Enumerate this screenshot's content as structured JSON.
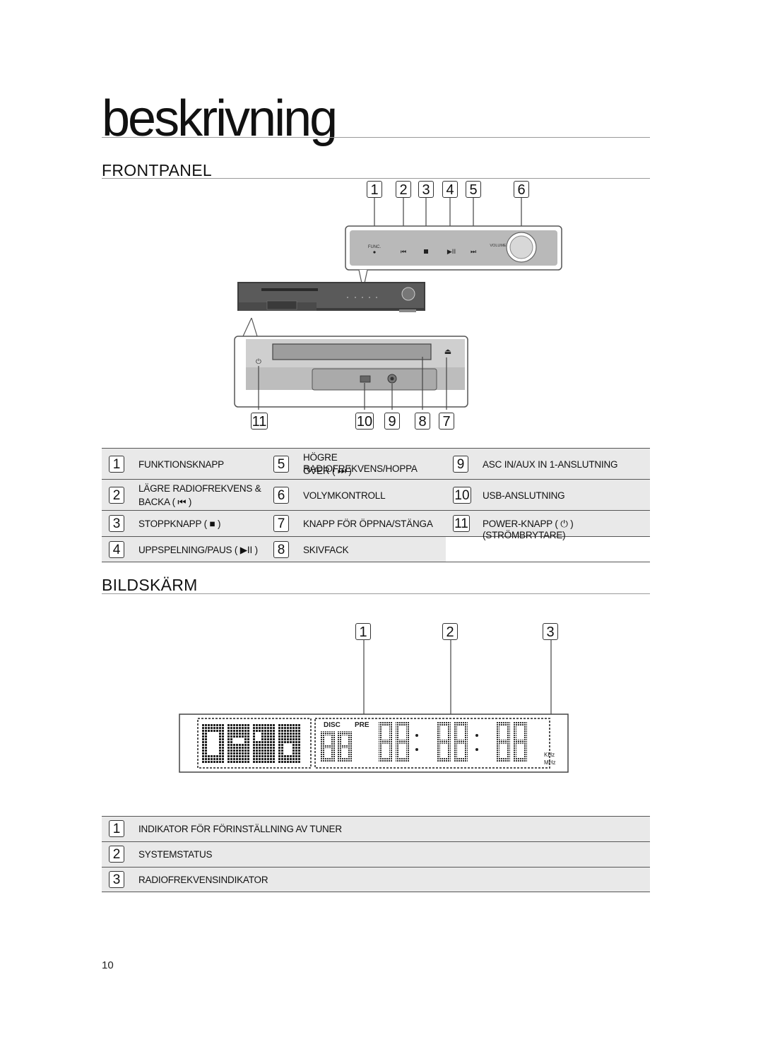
{
  "page": {
    "title": "beskrivning",
    "page_number": "10"
  },
  "front_panel": {
    "heading": "FRONTPANEL",
    "panel_labels": {
      "func": "FUNC.",
      "volume": "VOLUME"
    },
    "callouts_top": [
      "1",
      "2",
      "3",
      "4",
      "5",
      "6"
    ],
    "callouts_bottom": [
      "11",
      "10",
      "9",
      "8",
      "7"
    ],
    "legend": [
      {
        "num": "1",
        "text": "FUNKTIONSKNAPP"
      },
      {
        "num": "5",
        "text": "HÖGRE RADIOFREKVENS/HOPPA",
        "text2": "ÖVER ( ⏭ )"
      },
      {
        "num": "9",
        "text": "ASC IN/AUX IN 1-ANSLUTNING"
      },
      {
        "num": "2",
        "text": "LÄGRE RADIOFREKVENS &",
        "text2": "BACKA ( ⏮ )"
      },
      {
        "num": "6",
        "text": "VOLYMKONTROLL"
      },
      {
        "num": "10",
        "text": "USB-ANSLUTNING"
      },
      {
        "num": "3",
        "text": "STOPPKNAPP ( ■ )"
      },
      {
        "num": "7",
        "text": "KNAPP FÖR ÖPPNA/STÄNGA"
      },
      {
        "num": "11",
        "text": "POWER-KNAPP ( ⏻ ) (STRÖMBRYTARE)"
      },
      {
        "num": "4",
        "text": "UPPSPELNING/PAUS ( ▶II )"
      },
      {
        "num": "8",
        "text": "SKIVFACK"
      }
    ]
  },
  "display": {
    "heading": "BILDSKÄRM",
    "callouts": [
      "1",
      "2",
      "3"
    ],
    "lcd_labels": {
      "disc": "DISC",
      "pre": "PRE",
      "khz": "KHz",
      "mhz": "MHz"
    },
    "legend": [
      {
        "num": "1",
        "text": "INDIKATOR FÖR FÖRINSTÄLLNING AV TUNER"
      },
      {
        "num": "2",
        "text": "SYSTEMSTATUS"
      },
      {
        "num": "3",
        "text": "RADIOFREKVENSINDIKATOR"
      }
    ]
  }
}
